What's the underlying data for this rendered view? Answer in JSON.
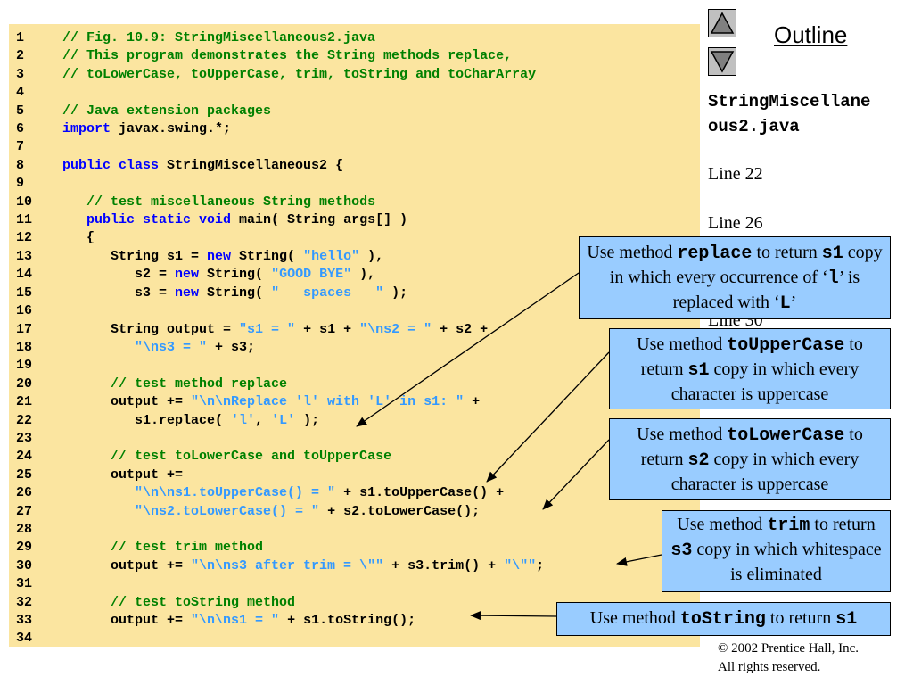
{
  "code": {
    "line_numbers": "1\n2\n3\n4\n5\n6\n7\n8\n9\n10\n11\n12\n13\n14\n15\n16\n17\n18\n19\n20\n21\n22\n23\n24\n25\n26\n27\n28\n29\n30\n31\n32\n33\n34",
    "lines": [
      [
        [
          "cm",
          "// Fig. 10.9: StringMiscellaneous2.java"
        ]
      ],
      [
        [
          "cm",
          "// This program demonstrates the String methods replace,"
        ]
      ],
      [
        [
          "cm",
          "// toLowerCase, toUpperCase, trim, toString and toCharArray"
        ]
      ],
      [],
      [
        [
          "cm",
          "// Java extension packages"
        ]
      ],
      [
        [
          "kw",
          "import"
        ],
        [
          "",
          " javax.swing.*;"
        ]
      ],
      [],
      [
        [
          "kw",
          "public class"
        ],
        [
          "",
          " StringMiscellaneous2 {"
        ]
      ],
      [],
      [
        [
          "",
          "   "
        ],
        [
          "cm",
          "// test miscellaneous String methods"
        ]
      ],
      [
        [
          "",
          "   "
        ],
        [
          "kw",
          "public static void"
        ],
        [
          "",
          " main( String args[] )"
        ]
      ],
      [
        [
          "",
          "   {"
        ]
      ],
      [
        [
          "",
          "      String s1 = "
        ],
        [
          "kw",
          "new"
        ],
        [
          "",
          " String( "
        ],
        [
          "st",
          "\"hello\""
        ],
        [
          "",
          " ),"
        ]
      ],
      [
        [
          "",
          "         s2 = "
        ],
        [
          "kw",
          "new"
        ],
        [
          "",
          " String( "
        ],
        [
          "st",
          "\"GOOD BYE\""
        ],
        [
          "",
          " ),"
        ]
      ],
      [
        [
          "",
          "         s3 = "
        ],
        [
          "kw",
          "new"
        ],
        [
          "",
          " String( "
        ],
        [
          "st",
          "\"   spaces   \""
        ],
        [
          "",
          " );"
        ]
      ],
      [],
      [
        [
          "",
          "      String output = "
        ],
        [
          "st",
          "\"s1 = \""
        ],
        [
          "",
          " + s1 + "
        ],
        [
          "st",
          "\"\\ns2 = \""
        ],
        [
          "",
          " + s2 +"
        ]
      ],
      [
        [
          "",
          "         "
        ],
        [
          "st",
          "\"\\ns3 = \""
        ],
        [
          "",
          " + s3;"
        ]
      ],
      [],
      [
        [
          "",
          "      "
        ],
        [
          "cm",
          "// test method replace"
        ]
      ],
      [
        [
          "",
          "      output += "
        ],
        [
          "st",
          "\"\\n\\nReplace 'l' with 'L' in s1: \""
        ],
        [
          "",
          " +"
        ]
      ],
      [
        [
          "",
          "         s1.replace( "
        ],
        [
          "st",
          "'l'"
        ],
        [
          "",
          ", "
        ],
        [
          "st",
          "'L'"
        ],
        [
          "",
          " );"
        ]
      ],
      [],
      [
        [
          "",
          "      "
        ],
        [
          "cm",
          "// test toLowerCase and toUpperCase"
        ]
      ],
      [
        [
          "",
          "      output +="
        ]
      ],
      [
        [
          "",
          "         "
        ],
        [
          "st",
          "\"\\n\\ns1.toUpperCase() = \""
        ],
        [
          "",
          " + s1.toUpperCase() +"
        ]
      ],
      [
        [
          "",
          "         "
        ],
        [
          "st",
          "\"\\ns2.toLowerCase() = \""
        ],
        [
          "",
          " + s2.toLowerCase();"
        ]
      ],
      [],
      [
        [
          "",
          "      "
        ],
        [
          "cm",
          "// test trim method"
        ]
      ],
      [
        [
          "",
          "      output += "
        ],
        [
          "st",
          "\"\\n\\ns3 after trim = \\\"\""
        ],
        [
          "",
          " + s3.trim() + "
        ],
        [
          "st",
          "\"\\\"\""
        ],
        [
          "",
          ";"
        ]
      ],
      [],
      [
        [
          "",
          "      "
        ],
        [
          "cm",
          "// test toString method"
        ]
      ],
      [
        [
          "",
          "      output += "
        ],
        [
          "st",
          "\"\\n\\ns1 = \""
        ],
        [
          "",
          " + s1.toString();"
        ]
      ],
      []
    ]
  },
  "nav": {
    "outline_label": "Outline",
    "up_icon": "triangle-up-icon",
    "down_icon": "triangle-down-icon"
  },
  "sidebar": {
    "file_title_1": "StringMiscellane",
    "file_title_2": "ous2.java",
    "line_refs": [
      "Line 22",
      "Line 26",
      "Line 30"
    ]
  },
  "callouts": {
    "replace": {
      "t1": "Use method ",
      "m1": "replace",
      "t2": " to return ",
      "m2": "s1",
      "t3": " copy in which every occurrence of ‘",
      "m3": "l",
      "t4": "’ is replaced with ‘",
      "m4": "L",
      "t5": "’"
    },
    "upper": {
      "t1": "Use method ",
      "m1": "toUpperCase",
      "t2": " to return ",
      "m2": "s1",
      "t3": " copy in which every character is uppercase"
    },
    "lower": {
      "t1": "Use method ",
      "m1": "toLowerCase",
      "t2": " to return ",
      "m2": "s2",
      "t3": " copy in which every character is uppercase"
    },
    "trim": {
      "t1": "Use method ",
      "m1": "trim",
      "t2": " to return ",
      "m2": "s3",
      "t3": " copy in which whitespace is eliminated"
    },
    "tostring": {
      "t1": "Use method ",
      "m1": "toString",
      "t2": " to return ",
      "m2": "s1"
    }
  },
  "footer": {
    "copyright_line1": "© 2002 Prentice Hall, Inc.",
    "copyright_line2": "All rights reserved."
  },
  "colors": {
    "code_background": "#fbe5a0",
    "comment": "#008000",
    "keyword": "#0000ff",
    "string_literal": "#3399ff",
    "callout_background": "#99ccff"
  }
}
